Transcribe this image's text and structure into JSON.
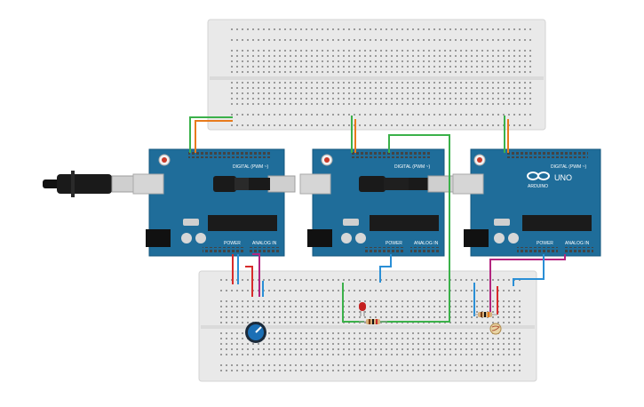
{
  "boards": [
    {
      "id": "uno-1",
      "digital_label": "DIGITAL (PWM ~)",
      "power_label": "POWER",
      "analog_label": "ANALOG IN",
      "brand": "",
      "model": ""
    },
    {
      "id": "uno-2",
      "digital_label": "DIGITAL (PWM ~)",
      "power_label": "POWER",
      "analog_label": "ANALOG IN",
      "brand": "",
      "model": ""
    },
    {
      "id": "uno-3",
      "digital_label": "DIGITAL (PWM ~)",
      "power_label": "POWER",
      "analog_label": "ANALOG IN",
      "brand": "ARDUINO",
      "model": "UNO"
    }
  ],
  "colors": {
    "board": "#1f6d9a",
    "board_edge": "#15577e",
    "breadboard": "#e9e9e9",
    "wire_green": "#3bb14a",
    "wire_orange": "#e87b1c",
    "wire_red": "#d72b2b",
    "wire_blue": "#2a8fd6",
    "wire_magenta": "#b3257f",
    "led": "#c42020",
    "pot_knob": "#1b6fb5"
  },
  "components": [
    "usb-cable",
    "led",
    "resistor",
    "resistor",
    "potentiometer",
    "photoresistor"
  ]
}
